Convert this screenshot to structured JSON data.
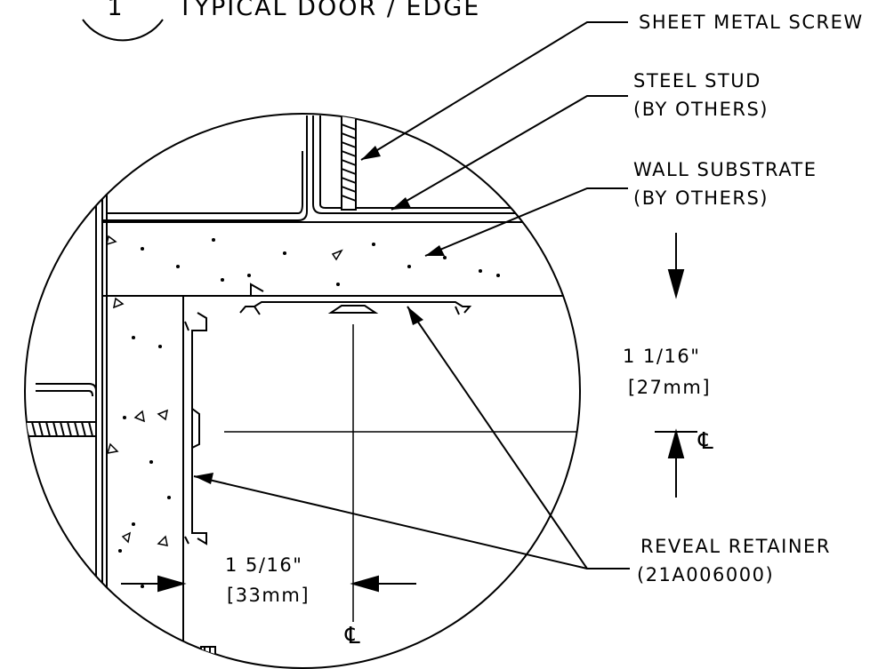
{
  "detail": {
    "number": "1",
    "title": "TYPICAL DOOR / EDGE"
  },
  "callouts": {
    "screw": "SHEET METAL SCREW",
    "stud_line1": "STEEL STUD",
    "stud_line2": "(BY OTHERS)",
    "substrate_line1": "WALL SUBSTRATE",
    "substrate_line2": "(BY OTHERS)",
    "retainer_line1": "REVEAL RETAINER",
    "retainer_line2": "(21A006000)"
  },
  "dimensions": {
    "vertical_imperial": "1 1/16\"",
    "vertical_metric": "[27mm]",
    "horizontal_imperial": "1 5/16\"",
    "horizontal_metric": "[33mm]"
  },
  "centerline_symbol": "℄"
}
